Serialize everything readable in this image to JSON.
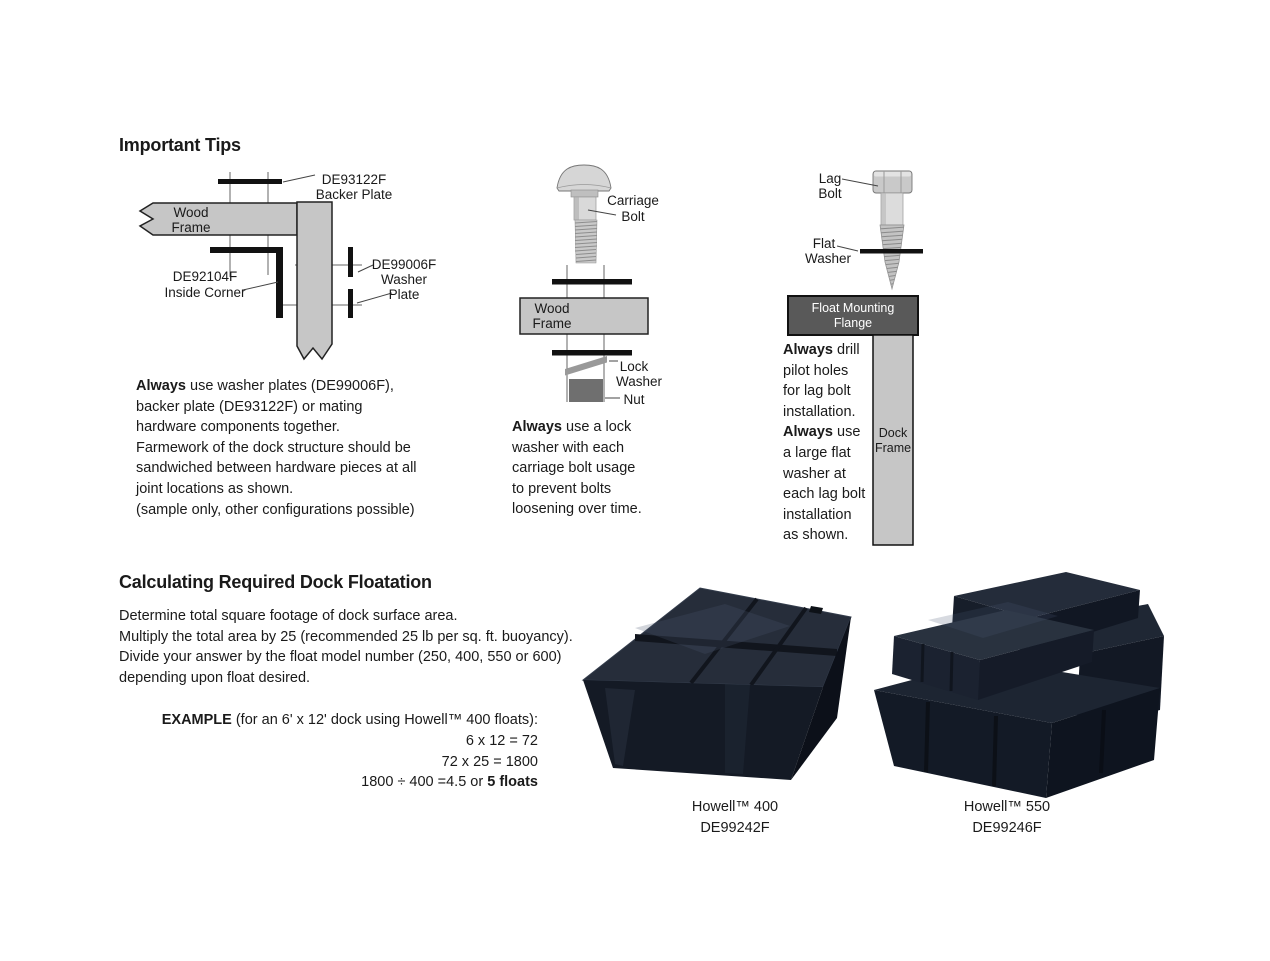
{
  "colors": {
    "hardware_black": "#111111",
    "wood_frame_gray": "#c6c6c6",
    "flange_gray": "#595959",
    "lock_washer_gray": "#999999",
    "nut_gray": "#6f6f6f",
    "float_dark": "#1a2029",
    "text_black": "#1a1a1a"
  },
  "important_tips": {
    "heading": "Important Tips",
    "corner_diagram": {
      "backer_plate_label_line1": "DE93122F",
      "backer_plate_label_line2": "Backer Plate",
      "wood_frame_line1": "Wood",
      "wood_frame_line2": "Frame",
      "inside_corner_label_line1": "DE92104F",
      "inside_corner_label_line2": "Inside Corner",
      "washer_plate_label_line1": "DE99006F",
      "washer_plate_label_line2": "Washer",
      "washer_plate_label_line3": "Plate",
      "caption_bold": "Always",
      "caption_rest": " use washer plates (DE99006F),\nbacker plate (DE93122F) or mating\nhardware components together.\nFarmework of the dock structure should be\nsandwiched between hardware pieces at all\njoint locations as shown.\n(sample only, other configurations possible)"
    },
    "carriage_bolt_diagram": {
      "carriage_bolt_label_line1": "Carriage",
      "carriage_bolt_label_line2": "Bolt",
      "wood_frame_line1": "Wood",
      "wood_frame_line2": "Frame",
      "lock_washer_label_line1": "Lock",
      "lock_washer_label_line2": "Washer",
      "nut_label": "Nut",
      "caption_bold": "Always",
      "caption_rest": " use a lock\nwasher with each\ncarriage bolt usage\nto prevent bolts\nloosening over time."
    },
    "lag_bolt_diagram": {
      "lag_bolt_label_line1": "Lag",
      "lag_bolt_label_line2": "Bolt",
      "flat_washer_label_line1": "Flat",
      "flat_washer_label_line2": "Washer",
      "flange_label_line1": "Float Mounting",
      "flange_label_line2": "Flange",
      "dock_frame_line1": "Dock",
      "dock_frame_line2": "Frame",
      "caption_bold1": "Always",
      "caption_seg1": " drill\npilot holes\nfor lag bolt\ninstallation.\n",
      "caption_bold2": "Always",
      "caption_seg2": " use\na large flat\nwasher at\neach lag bolt\ninstallation\nas shown."
    }
  },
  "calculation": {
    "heading": "Calculating Required Dock Floatation",
    "body": "Determine total square footage of dock surface area.\nMultiply the total area by 25 (recommended 25 lb per sq. ft. buoyancy).\nDivide your answer by the float model number (250, 400, 550 or 600)\ndepending upon float desired.",
    "example": {
      "label_bold": "EXAMPLE",
      "line1_rest": " (for an 6' x 12' dock using Howell™ 400 floats):",
      "line2": "6 x 12 = 72",
      "line3": "72 x 25 = 1800",
      "line4_pre": "1800 ÷ 400 =4.5 or ",
      "line4_bold": "5 floats"
    }
  },
  "products": [
    {
      "name": "Howell™ 400",
      "code": "DE99242F"
    },
    {
      "name": "Howell™ 550",
      "code": "DE99246F"
    }
  ]
}
